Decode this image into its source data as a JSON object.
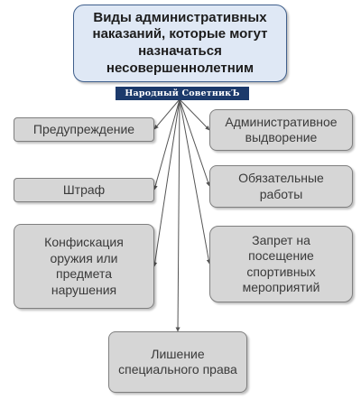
{
  "root": {
    "title": "Виды административных\nнаказаний, которые могут\nназначаться\nнесовершеннолетним"
  },
  "watermark": "Народный СоветникЪ",
  "items": {
    "warning": "Предупреждение",
    "expulsion": "Административное\nвыдворение",
    "fine": "Штраф",
    "works": "Обязательные\nработы",
    "confiscation": "Конфискация\nоружия или\nпредмета\nнарушения",
    "ban": "Запрет на\nпосещение\nспортивных\nмероприятий",
    "deprivation": "Лишение\nспециального права"
  },
  "colors": {
    "root_fill": "#dfe8f5",
    "root_border": "#3f5f8c",
    "box_fill": "#d6d6d6",
    "box_border": "#7f7f7f",
    "connector": "#555555",
    "watermark_bg": "#1c3a6b"
  }
}
